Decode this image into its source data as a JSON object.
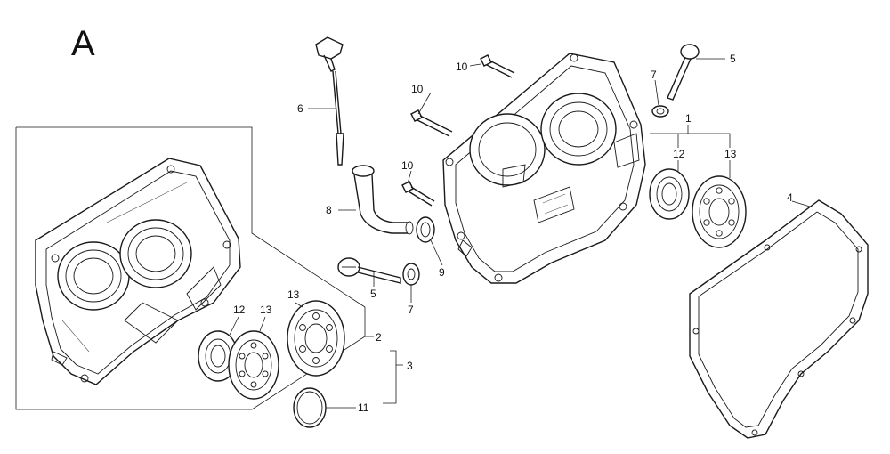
{
  "view_letter": "A",
  "callouts": {
    "c1": "1",
    "c2": "2",
    "c3": "3",
    "c4": "4",
    "c5_top": "5",
    "c5_mid": "5",
    "c6": "6",
    "c7_top": "7",
    "c7_mid": "7",
    "c8": "8",
    "c9": "9",
    "c10_a": "10",
    "c10_b": "10",
    "c10_c": "10",
    "c11": "11",
    "c12_left": "12",
    "c12_right": "12",
    "c13_left_a": "13",
    "c13_left_b": "13",
    "c13_right": "13"
  }
}
